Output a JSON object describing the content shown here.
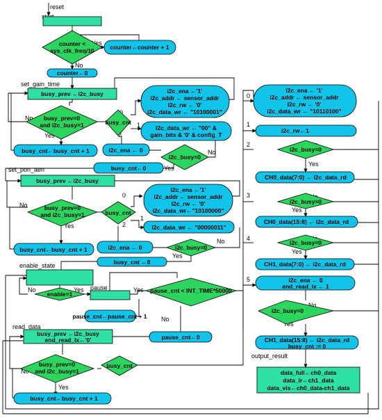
{
  "labels": {
    "reset": "reset",
    "start": "start",
    "set_gain_time": "set_gain_time",
    "set_pon_aen": "set_pon_aen",
    "enable_state": "enable_state",
    "pause": "pause",
    "read_data": "read_data",
    "output_result": "output_result"
  },
  "branch": {
    "yes": "Yes",
    "no": "No",
    "n0": "0",
    "n1": "1",
    "n2": "2",
    "n3": "3",
    "n4": "4",
    "n5": "5"
  },
  "nodes": {
    "counter_check": [
      "counter <",
      "sys_clk_freq/10"
    ],
    "counter_inc": "counter←counter + 1",
    "counter_reset": "counter←0",
    "g_prev": "busy_prev ←i2c_busy",
    "g_cond": [
      "busy_prev=0",
      "and i2c_busy=1"
    ],
    "g_cnt_inc": "busy_cnt←busy_cnt + 1",
    "g_busy_cnt": "busy_cnt",
    "g_s0": [
      "i2c_ena ←'1'",
      "i2c_addr ← sensor_addr",
      "i2c_rw ← '0'",
      "i2c_data_wr ← \"10100001\""
    ],
    "g_s1": [
      "i2c_data_wr ← \"00\" &",
      "gain_bits & '0' & config_T"
    ],
    "g_ena0": "i2c_ena ← 0",
    "g_busy0": "i2c_busy=0",
    "g_cnt0": "busy_cnt←0",
    "p_prev": "busy_prev ←i2c_busy",
    "p_cond": [
      "busy_prev=0",
      "and i2c_busy=1"
    ],
    "p_cnt_inc": "busy_cnt←busy_cnt + 1",
    "p_busy_cnt": "busy_cnt",
    "p_s0": [
      "i2c_ena ←'1'",
      "i2c_addr ← sensor_addr",
      "i2c_rw ← '0'",
      "i2c_data_wr←\"10100000\""
    ],
    "p_s1": "i2c_data_wr ← \"00000011\"",
    "p_ena0": "i2c_ena ← 0",
    "p_busy0": "i2c_busy=0",
    "p_cnt0": "busy_cnt ←0",
    "enable_cond": "enable=1",
    "pause_cond": "pause_cnt < INT_TIME*50000",
    "pause_inc": "pause_cnt←pause_cnt + 1",
    "pause_reset": "pause_cnt←0",
    "r_prev": [
      "busy_prev ←i2c_busy",
      "end_read_lx←'0'"
    ],
    "r_cond": [
      "busy_prev=0",
      "and i2c_busy=1"
    ],
    "r_busy_cnt": "busy_cnt",
    "r_cnt_inc": "busy_cnt←busy_cnt + 1",
    "r_s0": [
      "i2c_ena ← '1'",
      "i2c_addr ← sensor_addr",
      "i2c_rw ← '0'",
      "i2c_data_wr ← \"10110100\""
    ],
    "r_s1": "i2c_rw←1",
    "r_b2": "i2c_busy=0",
    "r_ch0lo": "CH0_data(7:0) ← i2c_data_rd",
    "r_b3": "i2c_busy=0",
    "r_ch0hi": "CH0_data(15:8) ← i2c_data_rd",
    "r_b4": "i2c_busy=0",
    "r_ch1lo": "CH1_data(7:0) ← i2c_data_rd",
    "r_s5": [
      "i2c_ena ← 0",
      "end_read_lx ← 1"
    ],
    "r_b5": "i2c_busy=0",
    "r_ch1hi": [
      "CH1_data(15:8) ← i2c_data_rd",
      "busy_cnt := 0"
    ],
    "output": [
      "data_full←ch0_data",
      "data_ir←ch1_data",
      "data_vis←ch0_data-ch1_data"
    ]
  },
  "colors": {
    "process": "#2fe0a6",
    "decision": "#2cd65e",
    "terminal": "#12c4ea"
  }
}
